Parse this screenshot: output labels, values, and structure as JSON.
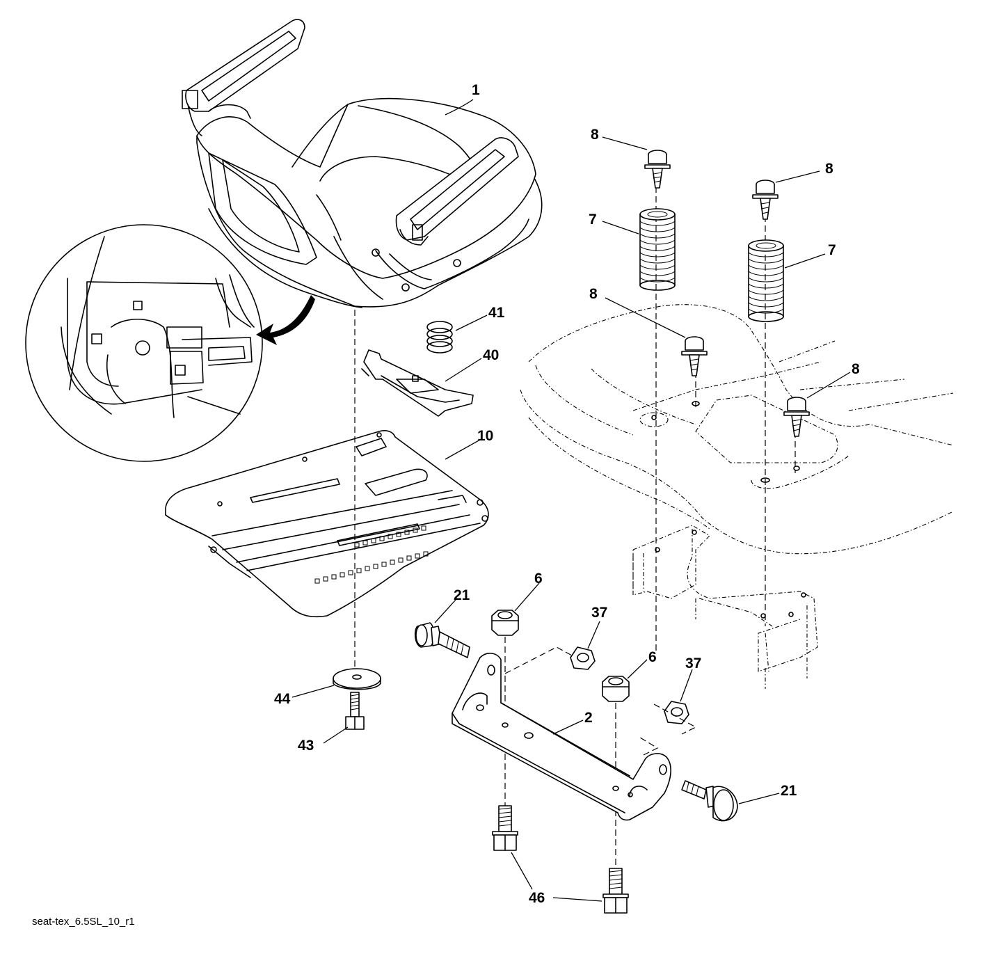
{
  "footer": {
    "filename": "seat-tex_6.5SL_10_r1"
  },
  "callouts": {
    "c1": "1",
    "c2": "2",
    "c6a": "6",
    "c6b": "6",
    "c7a": "7",
    "c7b": "7",
    "c8a": "8",
    "c8b": "8",
    "c8c": "8",
    "c8d": "8",
    "c10": "10",
    "c21a": "21",
    "c21b": "21",
    "c37a": "37",
    "c37b": "37",
    "c40": "40",
    "c41": "41",
    "c43": "43",
    "c44": "44",
    "c46": "46"
  }
}
